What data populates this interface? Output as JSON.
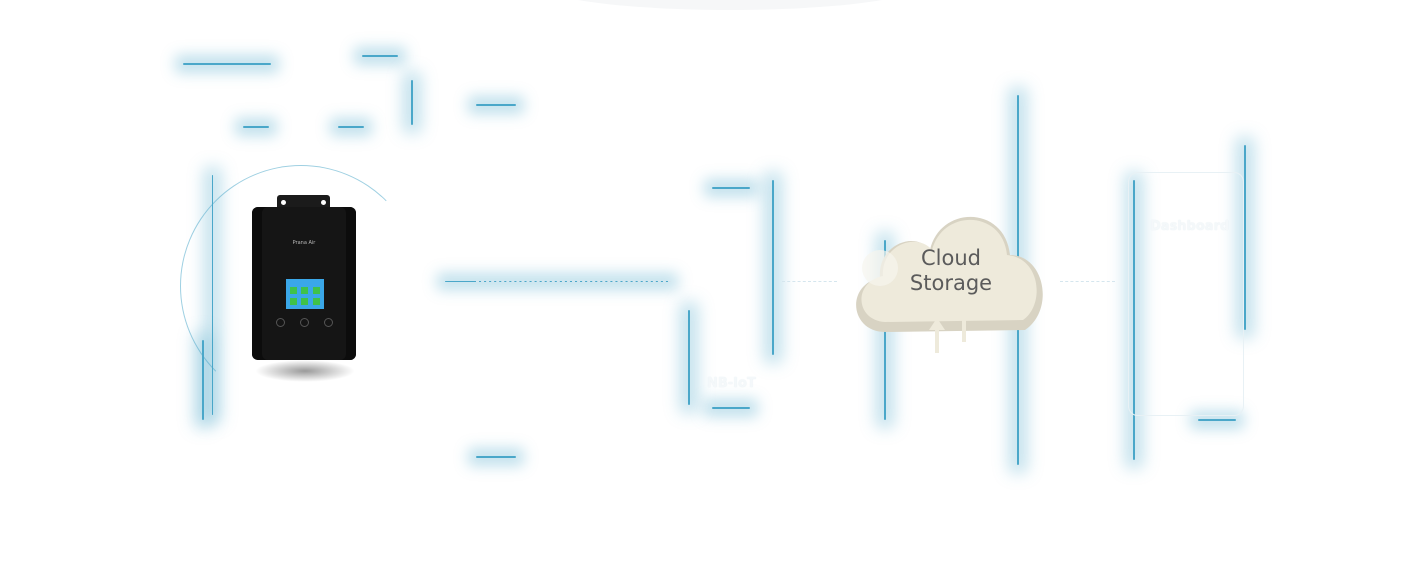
{
  "device": {
    "brand": "Prana Air"
  },
  "nodes": {
    "network": "NB-IoT",
    "cloud_line1": "Cloud",
    "cloud_line2": "Storage",
    "dashboard": "Dashboard"
  },
  "colors": {
    "accent": "#4aa7c9",
    "cloud": "#eeeadb",
    "device": "#151515"
  }
}
